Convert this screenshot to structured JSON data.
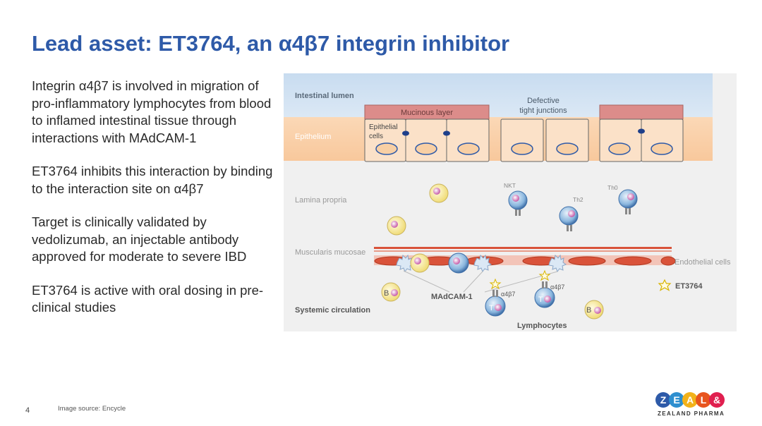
{
  "slide": {
    "title": "Lead asset: ET3764, an α4β7 integrin inhibitor",
    "paragraphs": [
      "Integrin α4β7 is involved in migration of pro-inflammatory lymphocytes from blood to inflamed intestinal tissue through interactions with MAdCAM-1",
      "ET3764 inhibits this interaction by binding to the interaction site on α4β7",
      "Target is clinically validated by vedolizumab, an injectable antibody approved for moderate to severe IBD",
      "ET3764 is active with oral dosing in pre-clinical studies"
    ],
    "page_number": "4",
    "image_source": "Image source: Encycle"
  },
  "diagram": {
    "intestinal_lumen": "Intestinal lumen",
    "mucinous_layer": "Mucinous layer",
    "defective_tight_junctions": [
      "Defective",
      "tight junctions"
    ],
    "epithelium": "Epithelium",
    "epithelial_cells": [
      "Epithelial",
      "cells"
    ],
    "lamina_propria": "Lamina propria",
    "nkt": "NKT",
    "th2": "Th2",
    "th0": "Th0",
    "muscularis_mucosae": "Muscularis mucosae",
    "endothelial_cells": "Endothelial cells",
    "madcam": "MAdCAM-1",
    "alpha4beta7_a": "α4β7",
    "alpha4beta7_b": "α4β7",
    "et3764": "ET3764",
    "b_label_1": "B",
    "b_label_2": "B",
    "t_label_1": "T",
    "t_label_2": "T",
    "systemic_circulation": "Systemic circulation",
    "lymphocytes": "Lymphocytes"
  },
  "logo": {
    "letters": [
      "Z",
      "E",
      "A",
      "L",
      "&"
    ],
    "letter_colors": [
      "#2e5aa8",
      "#2e8fcf",
      "#f2b21a",
      "#e8541e",
      "#e01f4f"
    ],
    "subtitle": "ZEALAND PHARMA"
  },
  "colors": {
    "title": "#2e5aa8",
    "lumen": "#cfe0f0",
    "epithelium": "#f8d3b0",
    "mucinous": "#dc8c8a",
    "vessel_cell": "#d9533a"
  }
}
